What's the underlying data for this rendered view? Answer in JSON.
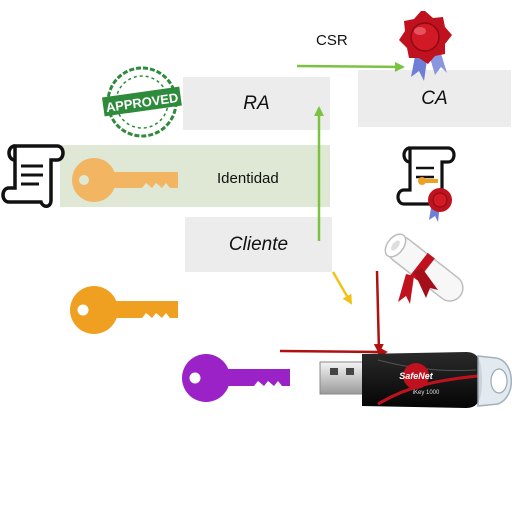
{
  "nodes": {
    "ra": "RA",
    "ca": "CA",
    "cliente": "Cliente"
  },
  "labels": {
    "identidad": "Identidad",
    "csr": "CSR"
  },
  "stamp": {
    "text": "APPROVED",
    "color": "#2e8b3c"
  },
  "token": {
    "brand": "SafeNet",
    "model": "iKey 1000"
  },
  "colors": {
    "orange_key": "#f0a020",
    "purple_key": "#9b22c7",
    "light_orange_key": "#f2b562",
    "green_arrow": "#7cc242",
    "yellow_arrow": "#f2c21a",
    "red_arrow": "#b01010",
    "seal_red": "#c0121e"
  },
  "icons": [
    "scroll-icon",
    "wax-seal-icon",
    "approved-stamp-icon",
    "key-icon",
    "certificate-icon",
    "diploma-icon",
    "usb-token-icon"
  ]
}
